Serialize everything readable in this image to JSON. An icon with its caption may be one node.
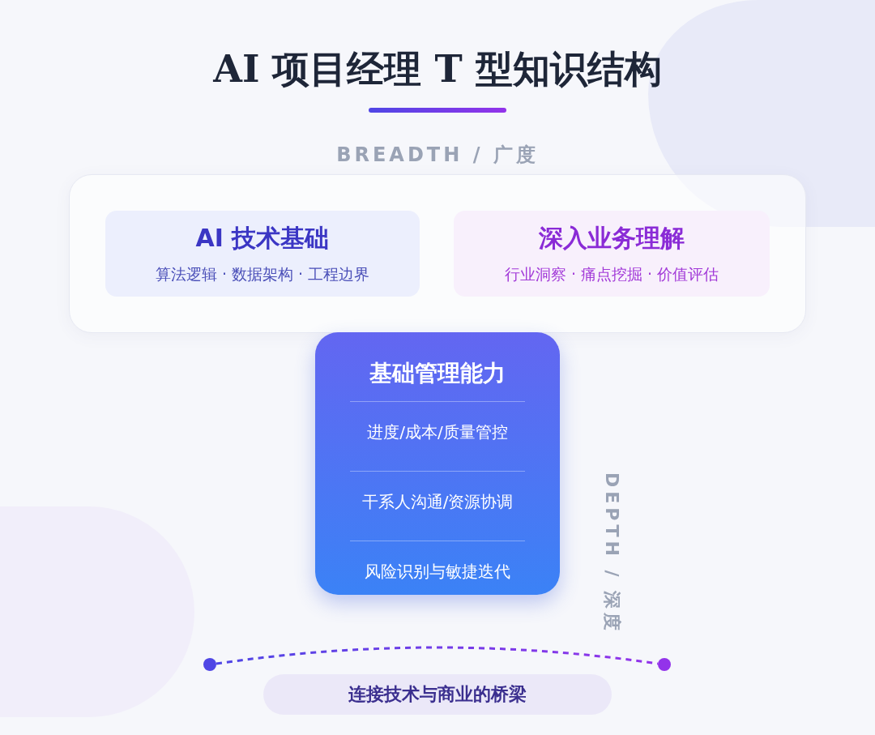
{
  "diagram": {
    "title": "AI 项目经理 T 型知识结构",
    "nodes": [
      {
        "text": [
          "BREADTH / 广度"
        ]
      },
      {
        "text": [
          "AI 技术基础",
          "算法逻辑 · 数据架构 · 工程边界"
        ],
        "in": 0
      },
      {
        "text": [
          "深入业务理解",
          "行业洞察 · 痛点挖掘 · 价值评估"
        ],
        "in": 0
      },
      {
        "text": [
          "基础管理能力",
          "进度/成本/质量管控",
          "干系人沟通/资源协调",
          "风险识别与敏捷迭代"
        ],
        "beside": [
          "DEPTH / 深度"
        ]
      },
      {
        "text": [],
        "shape": "circle"
      },
      {
        "text": [],
        "shape": "circle"
      },
      {
        "text": [
          "连接技术与商业的桥梁"
        ]
      }
    ],
    "edges": [
      {
        "from": 4,
        "to": 5,
        "arrow": "none",
        "style": "dashed"
      }
    ]
  }
}
